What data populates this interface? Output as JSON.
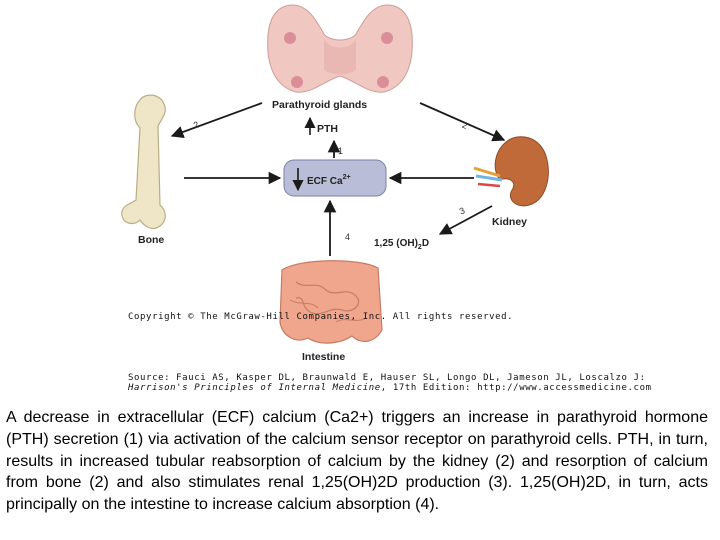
{
  "diagram": {
    "labels": {
      "parathyroid": "Parathyroid glands",
      "pth": "PTH",
      "ecf": "ECF Ca",
      "ecf_sup": "2+",
      "bone": "Bone",
      "kidney": "Kidney",
      "intestine": "Intestine",
      "vitd": "1,25 (OH)",
      "vitd_sub": "2",
      "vitd_end": "D"
    },
    "step_numbers": {
      "n1": "1",
      "n2_left": "2",
      "n2_right": "2",
      "n3": "3",
      "n4": "4"
    },
    "colors": {
      "arrow": "#1a1a1a",
      "ecf_box": "#b9bdd8",
      "gland": "#f1c7c2",
      "bone": "#efe6c7",
      "kidney": "#c06a3a",
      "intestine": "#efa68c"
    }
  },
  "source": {
    "copyright": "Copyright © The McGraw-Hill Companies, Inc. All rights reserved.",
    "line1": "Source: Fauci AS, Kasper DL, Braunwald E, Hauser SL, Longo DL, Jameson JL, Loscalzo J:",
    "line2_title": "Harrison's Principles of Internal Medicine",
    "line2_rest": ", 17th Edition: http://www.accessmedicine.com"
  },
  "caption": "A decrease in extracellular (ECF) calcium (Ca2+) triggers an increase in parathyroid hormone (PTH) secretion (1) via activation of the calcium sensor receptor on parathyroid cells. PTH, in turn, results in increased tubular reabsorption of calcium by the kidney (2) and resorption of calcium from bone (2) and also stimulates renal 1,25(OH)2D production (3). 1,25(OH)2D, in turn, acts principally on the intestine to increase calcium absorption (4)."
}
